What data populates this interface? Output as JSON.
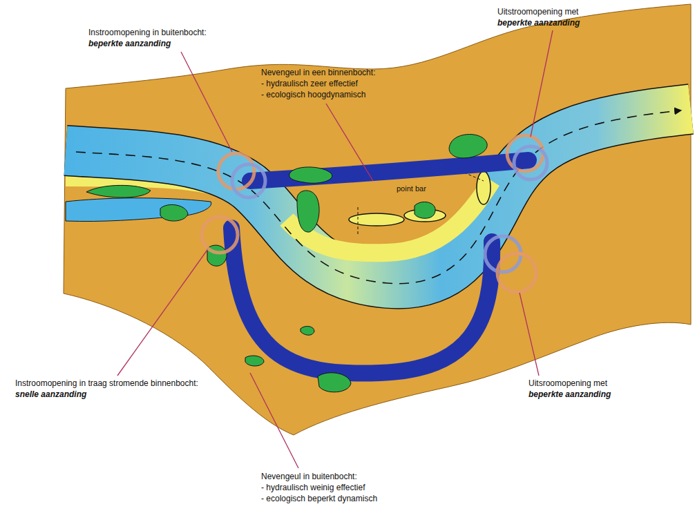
{
  "diagram": {
    "labels": [
      "Instroomopening in buitenbocht:",
      "beperkte aanzanding",
      "Nevengeul in een binnenbocht:",
      "- hydraulisch zeer effectief",
      "- ecologisch hoogdynamisch",
      "Uitstroomopening met",
      "beperkte aanzanding",
      "point bar",
      "Instroomopening in traag stromende binnenbocht:",
      "snelle aanzanding",
      "Uitsroomopening met",
      "beperkte aanzanding",
      "Nevengeul in buitenbocht:",
      "- hydraulisch weinig effectief",
      "- ecologisch beperkt dynamisch"
    ]
  }
}
